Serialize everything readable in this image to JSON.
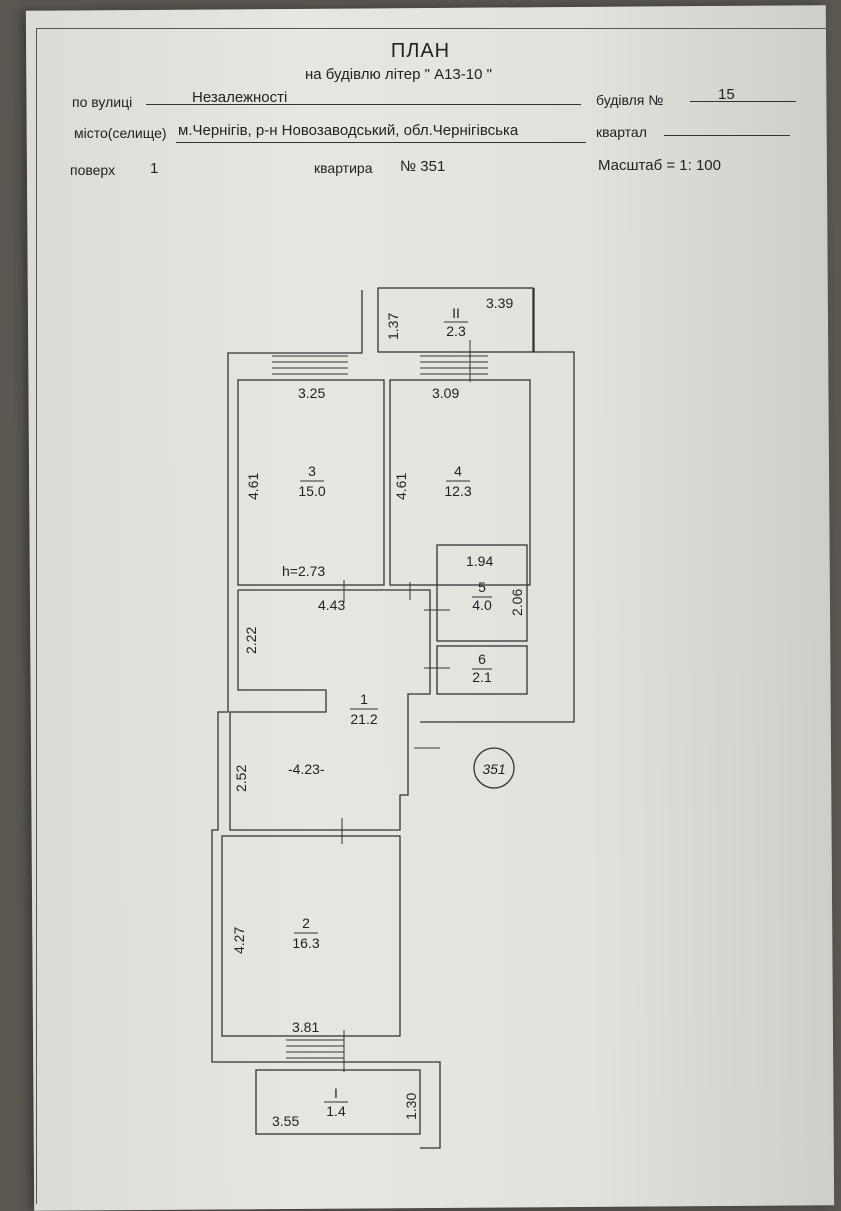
{
  "header": {
    "title": "ПЛАН",
    "subtitle": "на будівлю літер \" А13-10 \"",
    "street_label": "по вулиці",
    "street_value": "Незалежності",
    "building_label": "будівля №",
    "building_value": "15",
    "city_label": "місто(селище)",
    "city_value": "м.Чернігів, р-н Новозаводський, обл.Чернігівська",
    "block_label": "квартал",
    "floor_label": "поверх",
    "floor_value": "1",
    "apartment_label": "квартира",
    "apartment_value": "№ 351",
    "scale_label": "Масштаб = 1: 100"
  },
  "plan": {
    "apartment_badge": "351",
    "ceiling_height": "h=2.73",
    "rooms": [
      {
        "number": "1",
        "area": "21.2"
      },
      {
        "number": "2",
        "area": "16.3"
      },
      {
        "number": "3",
        "area": "15.0"
      },
      {
        "number": "4",
        "area": "12.3"
      },
      {
        "number": "5",
        "area": "4.0"
      },
      {
        "number": "6",
        "area": "2.1"
      },
      {
        "number": "II",
        "area": "2.3"
      },
      {
        "number": "I",
        "area": "1.4"
      }
    ],
    "dimensions": {
      "balcony2_width": "3.39",
      "balcony2_depth": "1.37",
      "room3_width": "3.25",
      "room3_depth": "4.61",
      "room4_width": "3.09",
      "room4_depth": "4.61",
      "room5_width": "1.94",
      "room5_depth": "2.06",
      "hall_width": "4.43",
      "hall_depth_upper": "2.22",
      "hall_depth_lower": "2.52",
      "hall_width_lower": "-4.23-",
      "room2_depth": "4.27",
      "room2_width": "3.81",
      "balcony1_width": "3.55",
      "balcony1_depth": "1.30"
    }
  }
}
